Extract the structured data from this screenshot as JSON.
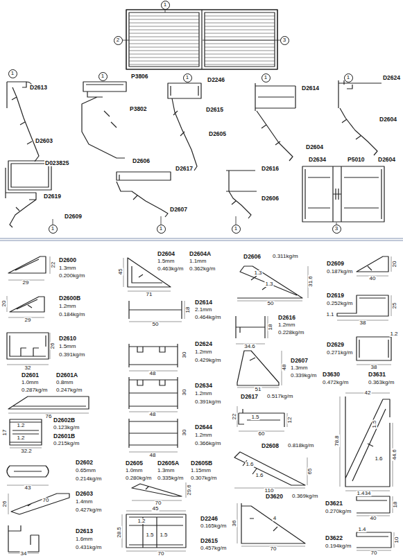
{
  "diagram": {
    "nodes": [
      {
        "text": [
          "1"
        ]
      },
      {
        "text": [
          "2"
        ]
      },
      {
        "text": [
          "3"
        ]
      },
      {
        "text": [
          "1"
        ]
      },
      {
        "text": [
          "1"
        ]
      },
      {
        "text": [
          "1"
        ]
      },
      {
        "text": [
          "1"
        ]
      },
      {
        "text": [
          "1"
        ]
      },
      {
        "text": [
          "1"
        ]
      },
      {
        "text": [
          "1"
        ]
      },
      {
        "text": [
          "1"
        ]
      },
      {
        "text": [
          "3"
        ]
      }
    ],
    "labels": [
      "D2613",
      "D2603",
      "P3806",
      "P3802",
      "D2606",
      "D2246",
      "D2615",
      "D2605",
      "D2614",
      "D2604",
      "D2624",
      "D2604",
      "D023825",
      "D2619",
      "D2609",
      "D2617",
      "D2607",
      "D2616",
      "D2606",
      "D2634",
      "P5010",
      "D2604",
      "D2600",
      "1.3mm",
      "0.200kg/m",
      "22",
      "29",
      "D2600B",
      "1.2mm",
      "0.184kg/m",
      "20",
      "29",
      "D2610",
      "1.5mm",
      "0.391kg/m",
      "26",
      "32",
      "D2601",
      "D2601A",
      "1.0mm",
      "0.8mm",
      "0.287kg/m",
      "0.247kg/m",
      "76",
      "D2602B",
      "0.123kg/m",
      "D2601B",
      "0.215kg/m",
      "17",
      "1.2",
      "1.2",
      "32.2",
      "D2602",
      "0.65mm",
      "0.214kg/m",
      "43",
      "D2603",
      "1.4mm",
      "0.427kg/m",
      "26",
      "70",
      "D2613",
      "1.6mm",
      "0.431kg/m",
      "34",
      "D2604",
      "D2604A",
      "1.5mm",
      "1.1mm",
      "0.463kg/m",
      "0.362kg/m",
      "45",
      "71",
      "D2614",
      "2.1mm",
      "0.464kg/m",
      "18",
      "50",
      "D2624",
      "1.2mm",
      "0.429kg/m",
      "30",
      "48",
      "D2634",
      "1.2mm",
      "0.391kg/m",
      "30",
      "48",
      "D2644",
      "1.2mm",
      "0.366kg/m",
      "30",
      "48",
      "D2605",
      "D2605A",
      "D2605B",
      "1.0mm",
      "1.3mm",
      "1.15mm",
      "0.280kg/m",
      "0.335kg/m",
      "0.307kg/m",
      "70",
      "29.6",
      "45",
      "28.5",
      "1.2",
      "1.5",
      "1.5",
      "70",
      "D2246",
      "0.165kg/m",
      "D2615",
      "0.457kg/m",
      "D2606",
      "0.311kg/m",
      "1.3",
      "1.3",
      "31.6",
      "50",
      "D2616",
      "1.2mm",
      "0.228kg/m",
      "18",
      "34.6",
      "D2607",
      "1.3mm",
      "0.339kg/m",
      "48",
      "51",
      "D2617",
      "0.517kg/m",
      "22",
      "1.5",
      "12",
      "60",
      "D2608",
      "0.818kg/m",
      "1.6",
      "1.6",
      "65",
      "110",
      "D3620",
      "0.369kg/m",
      "36",
      "4",
      "70",
      "D2609",
      "0.187kg/m",
      "20",
      "40",
      "D2619",
      "0.252kg/m",
      "1.1",
      "25",
      "38",
      "D2629",
      "0.271kg/m",
      "1.2",
      "38",
      "D3630",
      "0.472kg/m",
      "D3631",
      "0.363kg/m",
      "42",
      "1.5",
      "78.8",
      "1.6",
      "44.6",
      "34",
      "D3621",
      "0.270kg/m",
      "1.4",
      "18",
      "40",
      "D3622",
      "0.194kg/m",
      "1.4",
      "10",
      "70"
    ]
  }
}
